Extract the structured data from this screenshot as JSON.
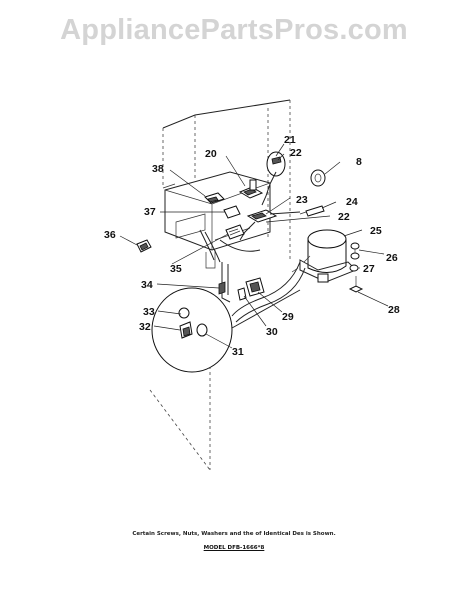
{
  "watermark": "AppliancePartsPros.com",
  "footnote": "Certain Screws, Nuts, Washers and the of Identical Des is Shown.",
  "model": "MODEL DFB-1666*8",
  "callouts": {
    "c20": "20",
    "c21": "21",
    "c22a": "22",
    "c8": "8",
    "c38": "38",
    "c23": "23",
    "c24": "24",
    "c22b": "22",
    "c37": "37",
    "c25": "25",
    "c36": "36",
    "c26": "26",
    "c35": "35",
    "c27": "27",
    "c34": "34",
    "c28": "28",
    "c33": "33",
    "c29": "29",
    "c32": "32",
    "c30": "30",
    "c31": "31"
  }
}
